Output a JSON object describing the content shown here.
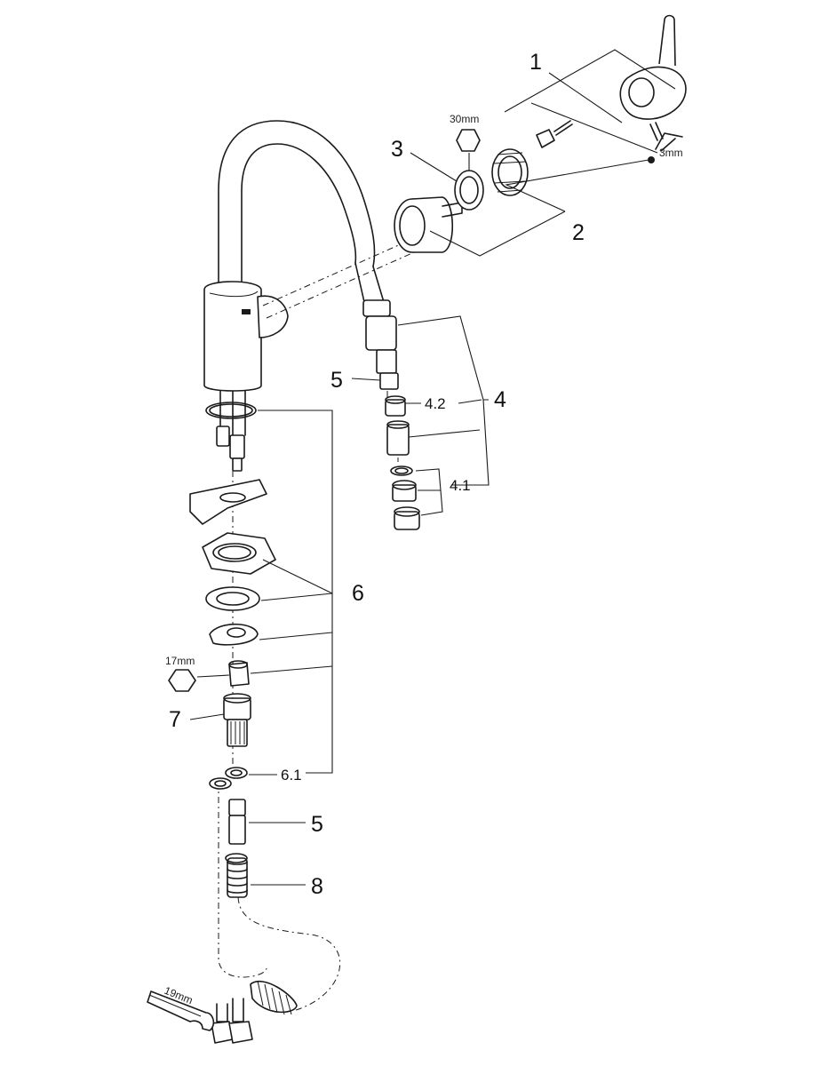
{
  "callouts": {
    "c1": "1",
    "c2": "2",
    "c3": "3",
    "c4": "4",
    "c4_1": "4.1",
    "c4_2": "4.2",
    "c5_top": "5",
    "c5_bottom": "5",
    "c6": "6",
    "c6_1": "6.1",
    "c7": "7",
    "c8": "8"
  },
  "tool_sizes": {
    "hex_30": "30mm",
    "hex_3": "3mm",
    "hex_17": "17mm",
    "wrench_19": "19mm"
  },
  "colors": {
    "line": "#1a1a1a",
    "background": "#ffffff"
  }
}
